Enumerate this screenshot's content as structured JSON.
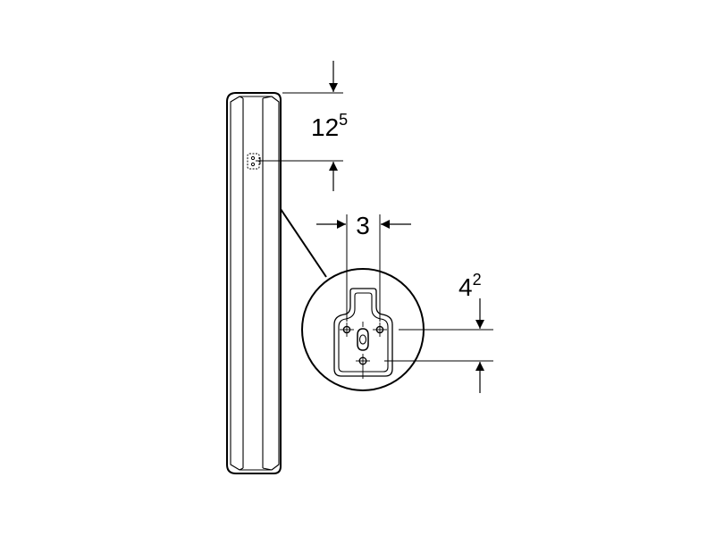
{
  "diagram": {
    "line_color": "#000000",
    "background": "#ffffff",
    "dimensions": {
      "top_offset": {
        "base": "12",
        "sup": "5"
      },
      "hole_spacing": {
        "value": "3"
      },
      "hole_offset": {
        "base": "4",
        "sup": "2"
      }
    },
    "icons": {
      "panel_symbol": "mounting-symbol-icon",
      "detail_view": "magnified-detail-circle"
    }
  }
}
